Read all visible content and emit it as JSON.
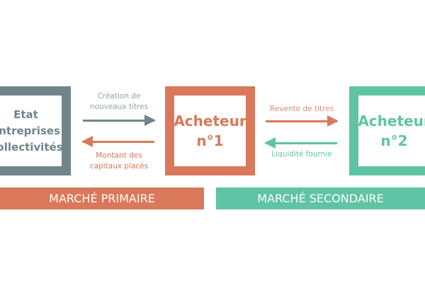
{
  "colors": {
    "grey": "#708589",
    "orange": "#d9785a",
    "green": "#5fc4a3"
  },
  "issuers": {
    "lines": [
      "Etat",
      "Entreprises",
      "Collectivités"
    ]
  },
  "buyer1": {
    "lines": [
      "Acheteur",
      "n°1"
    ]
  },
  "buyer2": {
    "lines": [
      "Acheteur",
      "n°2"
    ]
  },
  "arrows": {
    "creation": {
      "lines": [
        "Création de",
        "nouveaux titres"
      ]
    },
    "montant": {
      "lines": [
        "Montant des",
        "capitaux placés"
      ]
    },
    "revente": "Revente de titres",
    "liquidite": "Liquidité fournie"
  },
  "markets": {
    "primary": "MARCHÉ PRIMAIRE",
    "secondary": "MARCHÉ SECONDAIRE"
  }
}
